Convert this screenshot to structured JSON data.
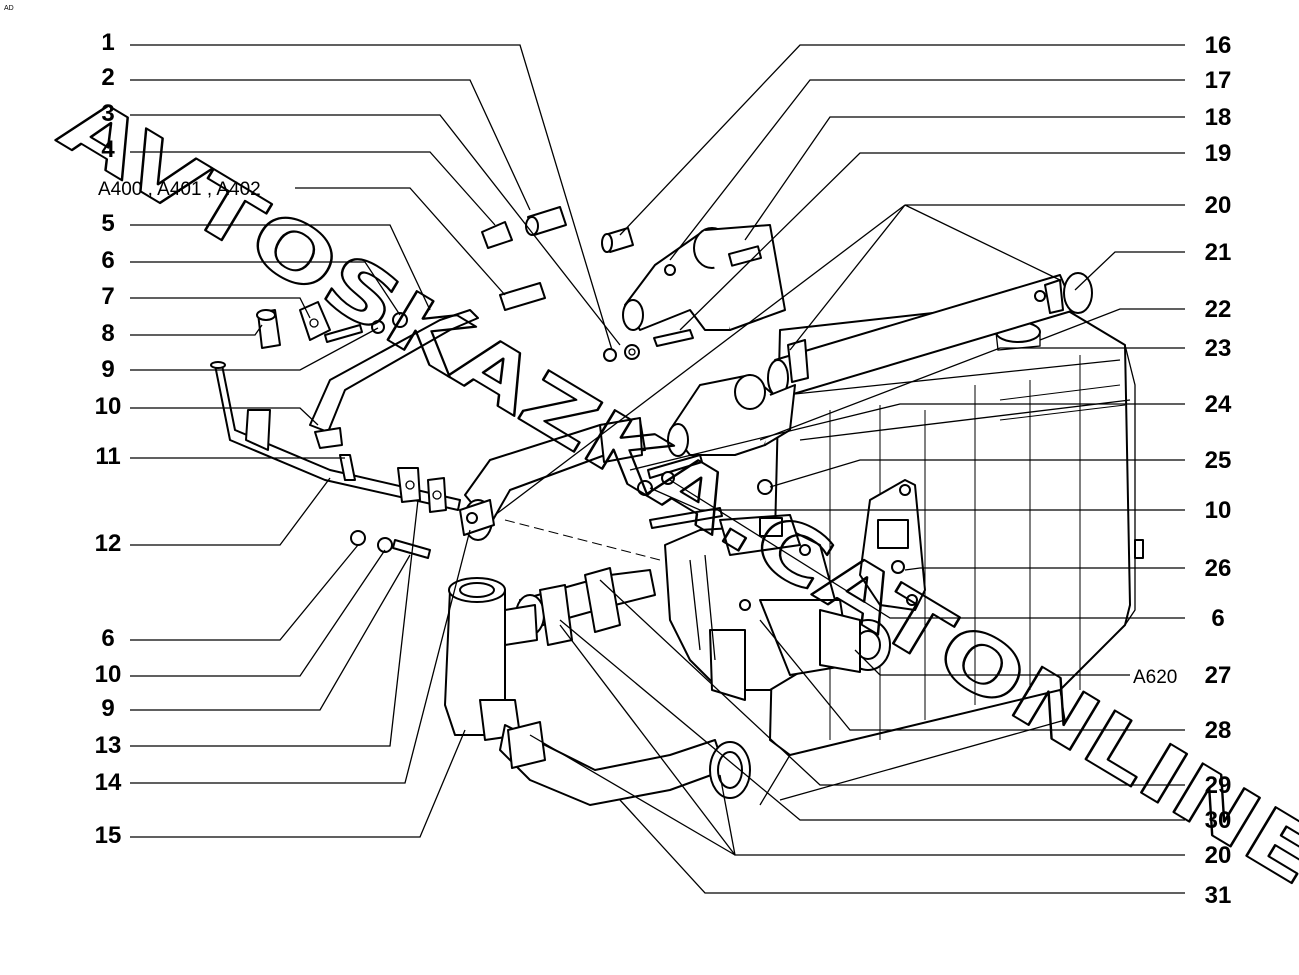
{
  "corner_mark": "AD",
  "watermark": "AVTOSKAZKA.CATONLINE",
  "left_labels": [
    "1",
    "2",
    "3",
    "4",
    "A400 , A401 , A402",
    "5",
    "6",
    "7",
    "8",
    "9",
    "10",
    "11",
    "12",
    "6",
    "10",
    "9",
    "13",
    "14",
    "15"
  ],
  "right_labels": [
    "16",
    "17",
    "18",
    "19",
    "20",
    "21",
    "22",
    "23",
    "24",
    "25",
    "10",
    "26",
    "6",
    "27",
    "28",
    "29",
    "30",
    "20",
    "31"
  ],
  "inline_codes": {
    "part_27_code": "A620"
  },
  "colors": {
    "ink": "#000000",
    "paper": "#ffffff"
  }
}
